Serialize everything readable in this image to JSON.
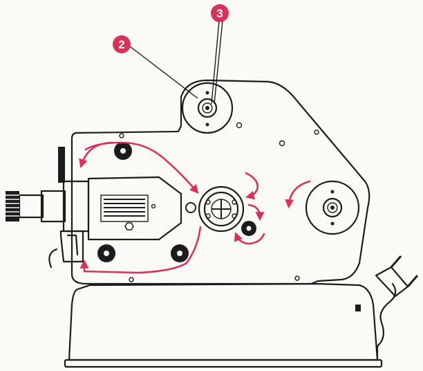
{
  "colors": {
    "accent": "#d8325b",
    "ink": "#1d1b1b",
    "paper": "#fbfaf7"
  },
  "callouts": [
    {
      "id": "2",
      "label": "2"
    },
    {
      "id": "3",
      "label": "3"
    }
  ],
  "icons": {
    "projector": "film-projector-illustration",
    "arrows": "film-threading-path-arrows",
    "plug": "power-plug-icon"
  }
}
